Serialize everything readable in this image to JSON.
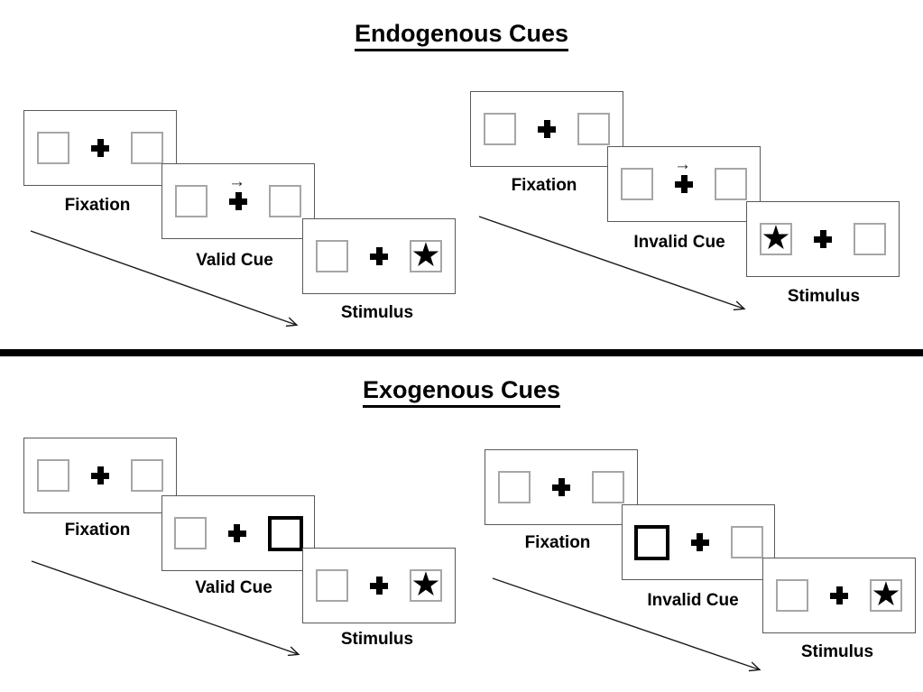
{
  "diagram": "Posner spatial cueing paradigm trial sequences",
  "glyphs": {
    "star": "★",
    "arrow_right": "→"
  },
  "colors": {
    "background": "#ffffff",
    "panel_border": "#595959",
    "box_border": "#a6a6a6",
    "highlight_border": "#000000",
    "text": "#000000",
    "divider": "#000000"
  },
  "sections": [
    {
      "title": "Endogenous Cues",
      "sequences": [
        {
          "name": "endogenous-valid",
          "cue_style": "central-arrow",
          "cue_direction": "right",
          "stimulus_side": "right",
          "panels": [
            {
              "label": "Fixation"
            },
            {
              "label": "Valid Cue"
            },
            {
              "label": "Stimulus"
            }
          ]
        },
        {
          "name": "endogenous-invalid",
          "cue_style": "central-arrow",
          "cue_direction": "right",
          "stimulus_side": "left",
          "panels": [
            {
              "label": "Fixation"
            },
            {
              "label": "Invalid Cue"
            },
            {
              "label": "Stimulus"
            }
          ]
        }
      ]
    },
    {
      "title": "Exogenous Cues",
      "sequences": [
        {
          "name": "exogenous-valid",
          "cue_style": "peripheral-box-highlight",
          "cue_side": "right",
          "stimulus_side": "right",
          "panels": [
            {
              "label": "Fixation"
            },
            {
              "label": "Valid Cue"
            },
            {
              "label": "Stimulus"
            }
          ]
        },
        {
          "name": "exogenous-invalid",
          "cue_style": "peripheral-box-highlight",
          "cue_side": "left",
          "stimulus_side": "right",
          "panels": [
            {
              "label": "Fixation"
            },
            {
              "label": "Invalid Cue"
            },
            {
              "label": "Stimulus"
            }
          ]
        }
      ]
    }
  ]
}
